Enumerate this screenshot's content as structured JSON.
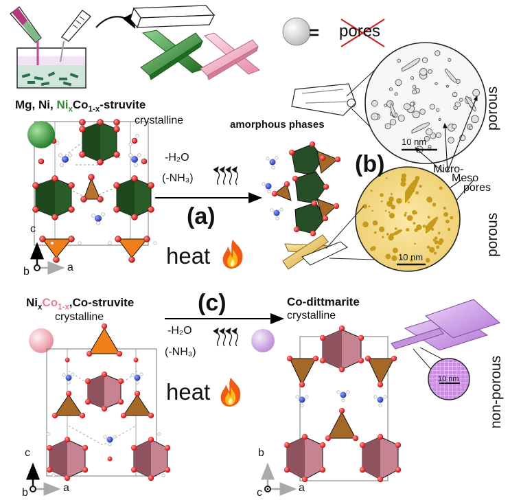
{
  "legend": {
    "pores_label": "pores",
    "equals": "="
  },
  "struvite_label": {
    "prefix": "Mg, Ni, ",
    "ni": "Ni",
    "x": "x",
    "co": "Co",
    "1x": "1-x",
    "suffix": "-struvite"
  },
  "crystalline_labels": [
    "crystalline",
    "crystalline",
    "crystalline"
  ],
  "amorphous_label": "amorphous phases",
  "reaction_a": {
    "tag": "(a)",
    "h2o": "-H₂O",
    "nh3": "(-NH₃)",
    "heat": "heat"
  },
  "reaction_b": {
    "tag": "(b)"
  },
  "reaction_c": {
    "tag": "(c)",
    "h2o": "-H₂O",
    "nh3": "(-NH₃)",
    "heat": "heat"
  },
  "cs_label": {
    "ni": "Ni",
    "x": "x",
    "co": "Co",
    "1x": "1-x",
    "suffix": ",Co-struvite"
  },
  "dittmarite_label": "Co-dittmarite",
  "scale_bars": [
    "10 nm",
    "10 nm",
    "10 nm"
  ],
  "pore_labels": {
    "micro": "Micro-",
    "meso": "Meso",
    "pores": "pores"
  },
  "side_labels": [
    "porous",
    "porous",
    "non-porous"
  ],
  "axes": {
    "top": {
      "up": "c",
      "left": "b",
      "right": "a"
    },
    "middle": {
      "up": "c",
      "left": "b",
      "right": "a"
    },
    "right": {
      "up": "b",
      "left": "c",
      "right": "a"
    }
  },
  "colors": {
    "ni_green": "#2f7a2f",
    "co_pink": "#eba5b0",
    "dittmarite_purple": "#c89ade",
    "phosphate_orange": "#d87a1e",
    "amorphous_yellow": "#e8c566"
  }
}
